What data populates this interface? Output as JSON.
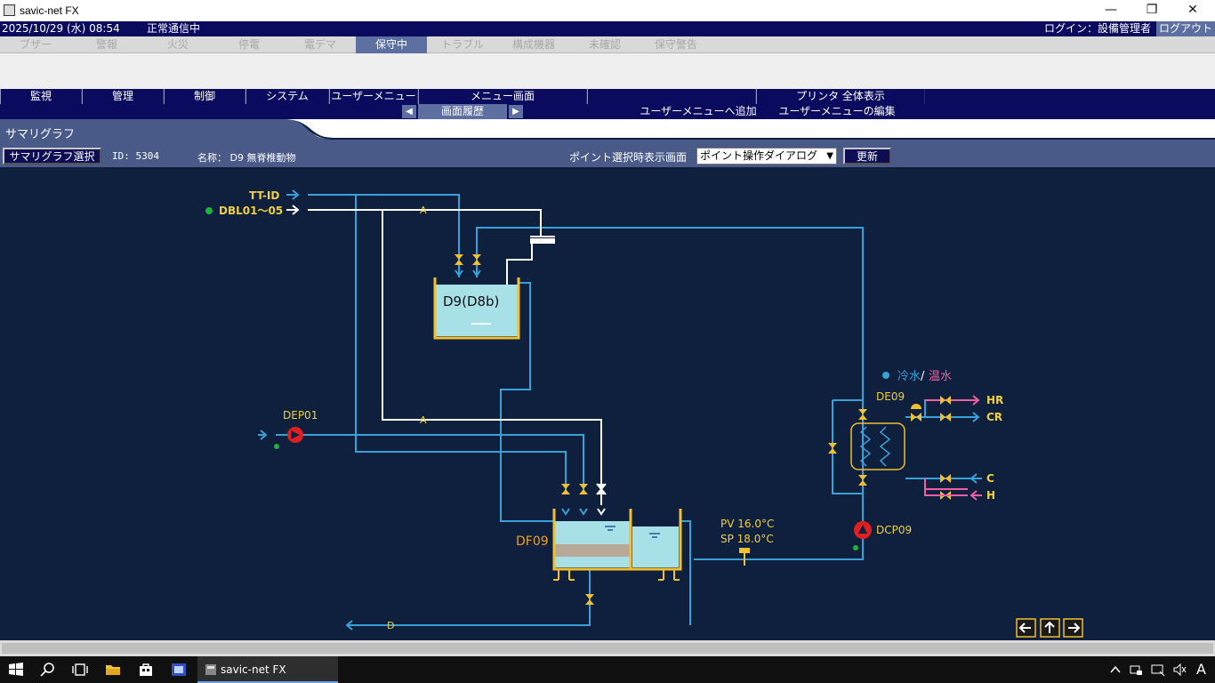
{
  "window": {
    "title": "savic-net FX"
  },
  "status": {
    "datetime": "2025/10/29 (水) 08:54",
    "comm": "正常通信中",
    "login": "ログイン：設備管理者",
    "logout": "ログアウト"
  },
  "alarm_tabs": [
    "ブザー",
    "警報",
    "火災",
    "停電",
    "電デマ",
    "保守中",
    "トラブル",
    "構成機器",
    "未確認",
    "保守警告"
  ],
  "active_alarm_tab": "保守中",
  "menu": [
    "監視",
    "管理",
    "制御",
    "システム",
    "ユーザーメニュー",
    "メニュー画面",
    "",
    "プリンタ 全体表示"
  ],
  "submenu": {
    "history": "画面履歴",
    "add_user_menu": "ユーザーメニューへ追加",
    "edit_user_menu": "ユーザーメニューの編集"
  },
  "page": {
    "title": "サマリグラフ"
  },
  "toolbar": {
    "select_button": "サマリグラフ選択",
    "id": "ID: 5304",
    "name": "名称： D9 無脊椎動物",
    "point_label": "ポイント選択時表示画面",
    "point_value": "ポイント操作ダイアログ",
    "refresh": "更新"
  },
  "diagram": {
    "tt_id": "TT-ID",
    "dbl": "DBL01～05",
    "tank_d9": "D9(D8b)",
    "dep01": "DEP01",
    "df09": "DF09",
    "pv": "PV 16.0°C",
    "sp": "SP 18.0°C",
    "de09": "DE09",
    "dcp09": "DCP09",
    "chilled": "冷水",
    "slash": "/",
    "hot": "温水",
    "hr": "HR",
    "cr": "CR",
    "c": "C",
    "h": "H",
    "a1": "A",
    "a2": "A",
    "d": "D",
    "colors": {
      "pipe": "#3aa0d8",
      "valve": "#f0c030",
      "hot": "#f060a0",
      "pump": "#e02020",
      "label": "#f0d040",
      "background": "#0f1f3e"
    }
  },
  "taskbar": {
    "app": "savic-net FX",
    "ime": "A"
  }
}
